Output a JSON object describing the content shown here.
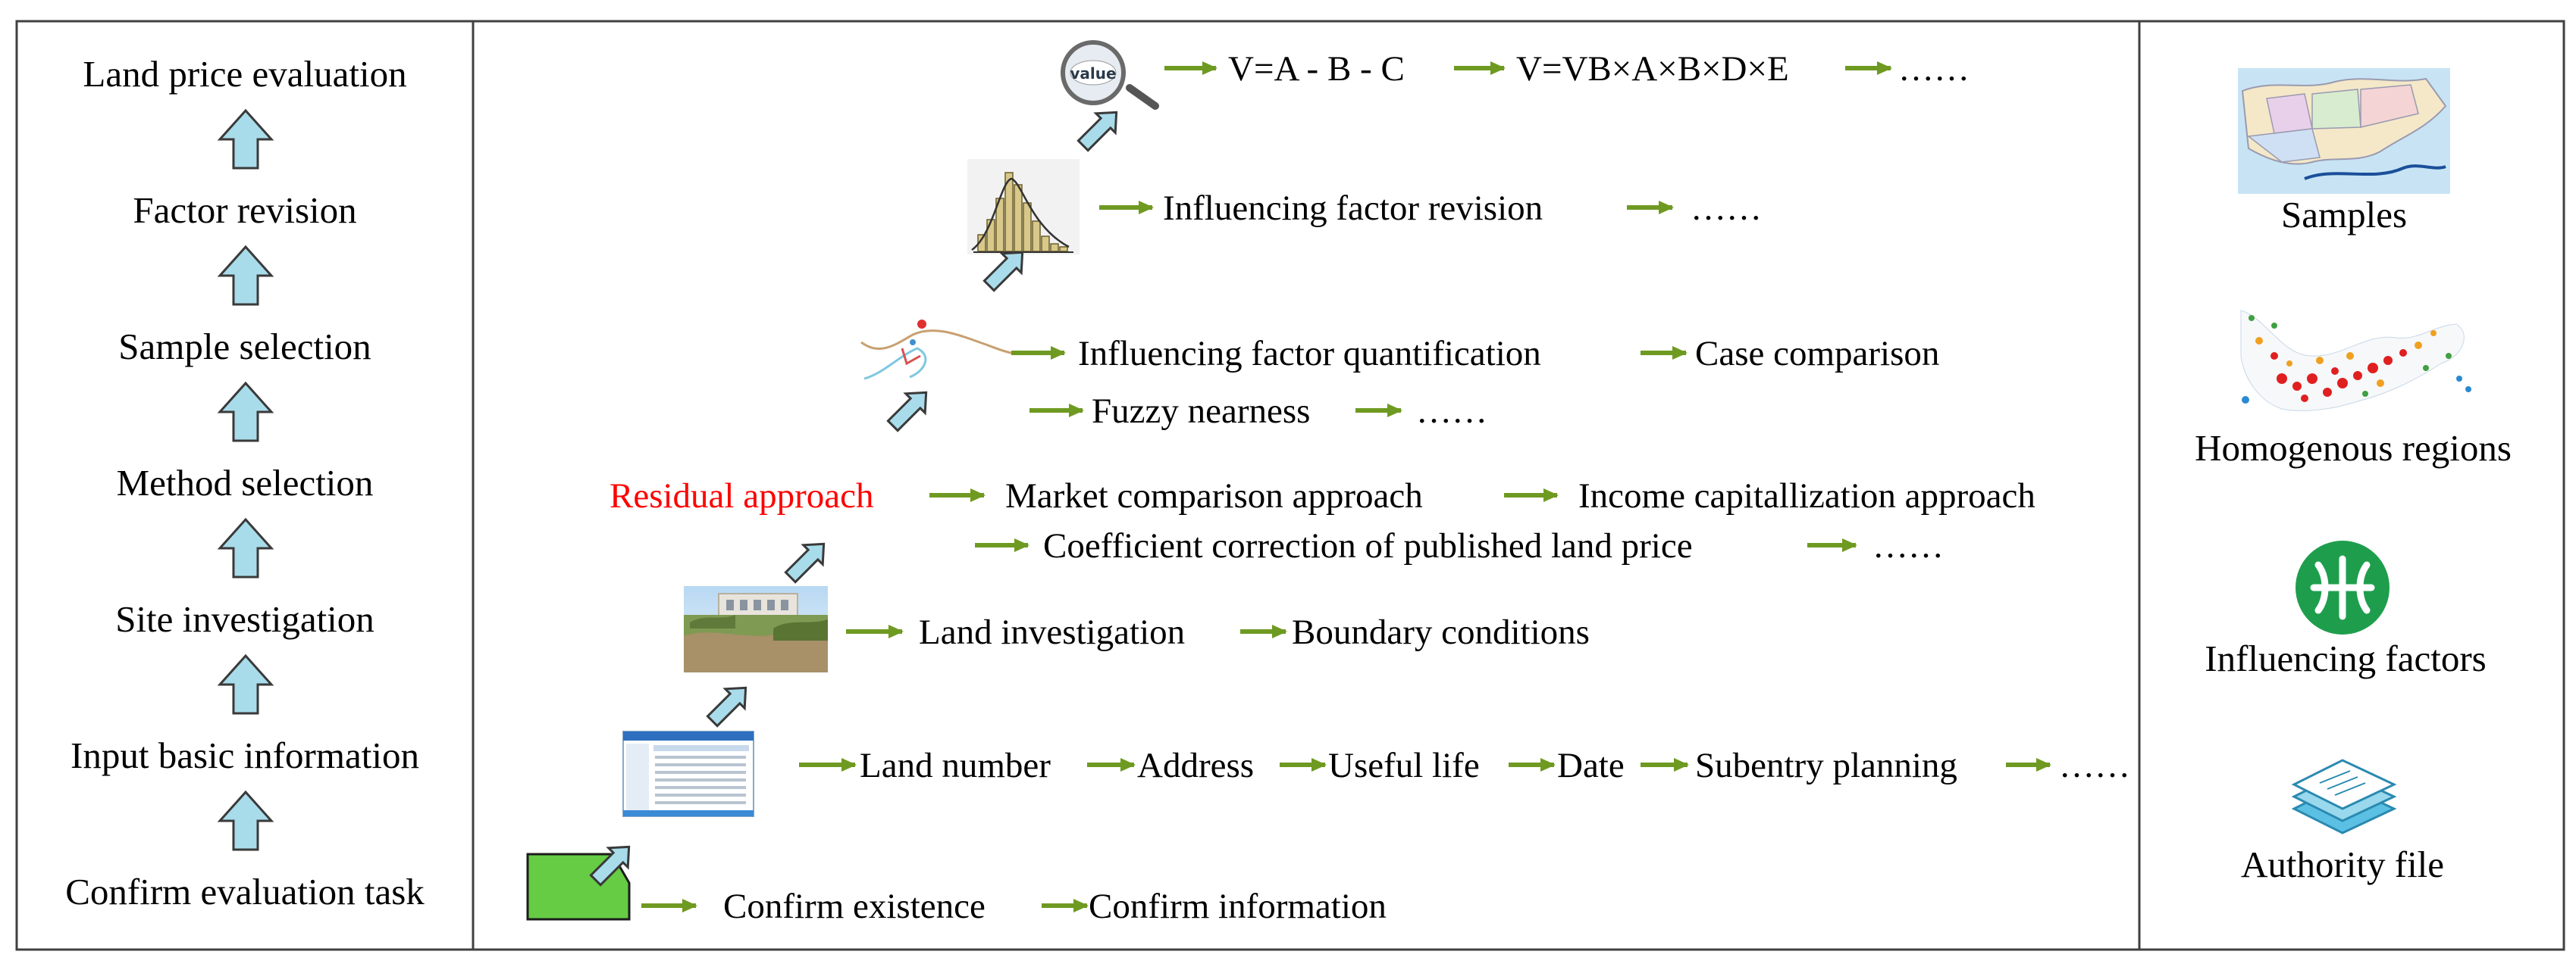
{
  "colors": {
    "up_arrow_fill": "#a9dcea",
    "flow_arrow": "#6f9a22",
    "highlight": "#ff0000",
    "task_shape_fill": "#66cc44"
  },
  "left_panel": {
    "steps": [
      "Land price evaluation",
      "Factor revision",
      "Sample selection",
      "Method selection",
      "Site investigation",
      "Input basic information",
      "Confirm evaluation task"
    ]
  },
  "right_panel": {
    "items": [
      {
        "label": "Samples",
        "icon": "district-map-icon"
      },
      {
        "label": "Homogenous regions",
        "icon": "density-map-icon"
      },
      {
        "label": "Influencing factors",
        "icon": "metro-logo-icon"
      },
      {
        "label": "Authority file",
        "icon": "stacked-layers-icon"
      }
    ]
  },
  "middle_panel": {
    "row_evaluation": {
      "icon": "value-magnifier-icon",
      "items": [
        "V=A - B - C",
        "V=VB×A×B×D×E",
        "……"
      ]
    },
    "row_factor_revision": {
      "icon": "histogram-icon",
      "items": [
        "Influencing factor revision",
        "……"
      ]
    },
    "row_sample_a": {
      "icon": "route-map-icon",
      "items": [
        "Influencing factor quantification",
        "Case comparison"
      ]
    },
    "row_sample_b": {
      "items": [
        "Fuzzy nearness",
        "……"
      ]
    },
    "row_method_a": {
      "highlight": "Residual approach",
      "items": [
        "Market comparison approach",
        "Income capitallization approach"
      ]
    },
    "row_method_b": {
      "items": [
        "Coefficient correction of published land price",
        "……"
      ]
    },
    "row_site": {
      "icon": "site-photo-icon",
      "items": [
        "Land investigation",
        "Boundary conditions"
      ]
    },
    "row_input": {
      "icon": "software-screenshot-icon",
      "items": [
        "Land number",
        "Address",
        "Useful life",
        "Date",
        "Subentry planning",
        "……"
      ]
    },
    "row_confirm": {
      "icon": "land-parcel-icon",
      "items": [
        "Confirm existence",
        "Confirm information"
      ]
    }
  }
}
